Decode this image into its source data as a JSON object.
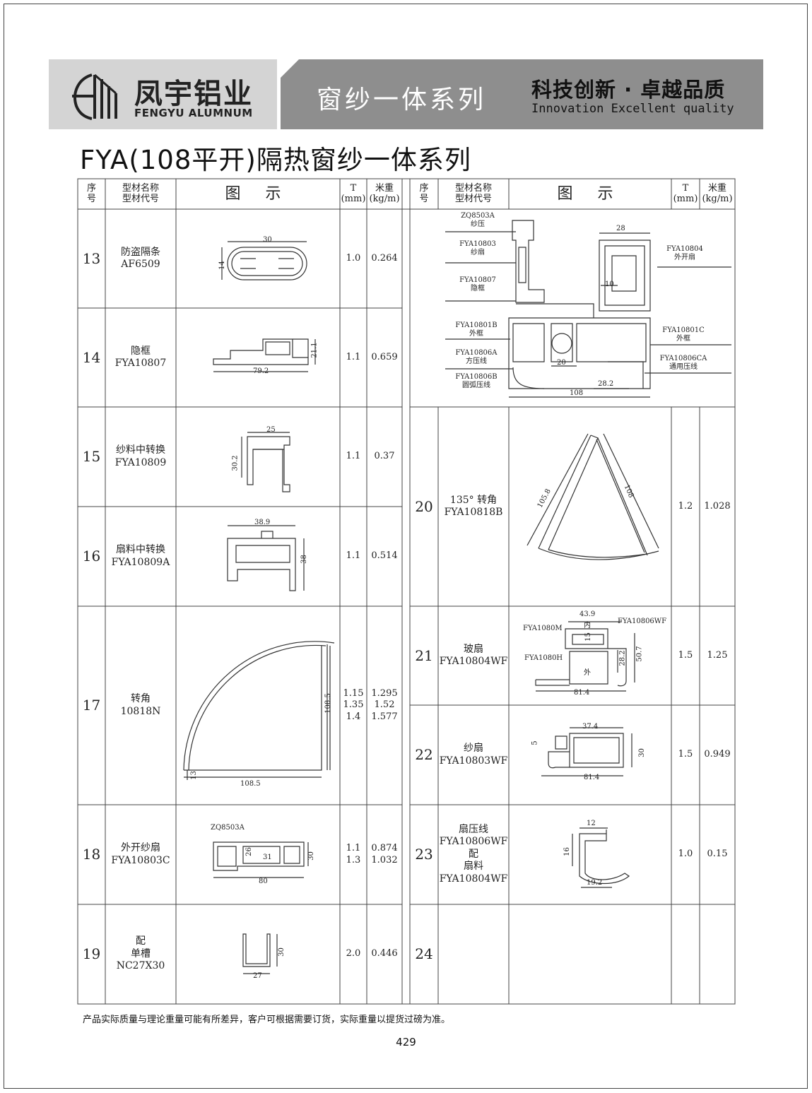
{
  "header": {
    "brand_cn": "凤宇铝业",
    "brand_en": "FENGYU ALUMNUM",
    "series": "窗纱一体系列",
    "slogan_cn": "科技创新 · 卓越品质",
    "slogan_en": "Innovation Excellent quality"
  },
  "title": "FYA(108平开)隔热窗纱一体系列",
  "columns": {
    "seq": "序号",
    "name": "型材名称 型材代号",
    "name_l1": "型材名称",
    "name_l2": "型材代号",
    "seq_l1": "序",
    "seq_l2": "号",
    "figure": "图 示",
    "t_l1": "T",
    "t_l2": "(mm)",
    "w_l1": "米重",
    "w_l2": "(kg/m)"
  },
  "rows_left": [
    {
      "no": "13",
      "name": "防盗隔条",
      "code": "AF6509",
      "t": "1.0",
      "w": "0.264",
      "dims": [
        "30",
        "14"
      ]
    },
    {
      "no": "14",
      "name": "隐框",
      "code": "FYA10807",
      "t": "1.1",
      "w": "0.659",
      "dims": [
        "79.2",
        "21.1"
      ]
    },
    {
      "no": "15",
      "name": "纱料中转换",
      "code": "FYA10809",
      "t": "1.1",
      "w": "0.37",
      "dims": [
        "25",
        "30.2"
      ]
    },
    {
      "no": "16",
      "name": "扇料中转换",
      "code": "FYA10809A",
      "t": "1.1",
      "w": "0.514",
      "dims": [
        "38.9",
        "38"
      ]
    },
    {
      "no": "17",
      "name": "转角",
      "code": "10818N",
      "t": [
        "1.15",
        "1.35",
        "1.4"
      ],
      "w": [
        "1.295",
        "1.52",
        "1.577"
      ],
      "dims": [
        "108.5",
        "108.5",
        "13"
      ]
    },
    {
      "no": "18",
      "name": "外开纱扇",
      "code": "FYA10803C",
      "t": [
        "1.1",
        "1.3"
      ],
      "w": [
        "0.874",
        "1.032"
      ],
      "dims": [
        "ZQ8503A",
        "26",
        "31",
        "30",
        "80"
      ]
    },
    {
      "no": "19",
      "name_l1": "配",
      "name": "单槽",
      "code": "NC27X30",
      "t": "2.0",
      "w": "0.446",
      "dims": [
        "30",
        "27"
      ]
    }
  ],
  "assembly": {
    "labels": [
      {
        "l1": "ZQ8503A",
        "l2": "纱压"
      },
      {
        "l1": "FYA10803",
        "l2": "纱扇"
      },
      {
        "l1": "FYA10807",
        "l2": "隐框"
      },
      {
        "l1": "FYA10801B",
        "l2": "外框"
      },
      {
        "l1": "FYA10806A",
        "l2": "方压线"
      },
      {
        "l1": "FYA10806B",
        "l2": "圆弧压线"
      },
      {
        "l1": "FYA10804",
        "l2": "外开扇"
      },
      {
        "l1": "FYA10801C",
        "l2": "外框"
      },
      {
        "l1": "FYA10806CA",
        "l2": "通用压线"
      }
    ],
    "dims": [
      "28",
      "10",
      "20",
      "28.2",
      "108"
    ]
  },
  "rows_right": [
    {
      "no": "20",
      "name": "135° 转角",
      "code": "FYA10818B",
      "t": "1.2",
      "w": "1.028",
      "dims": [
        "105.8",
        "108"
      ]
    },
    {
      "no": "21",
      "name": "玻扇",
      "code": "FYA10804WF",
      "t": "1.5",
      "w": "1.25",
      "dims": [
        "43.9",
        "内",
        "外",
        "15",
        "28.2",
        "50.7",
        "81.4",
        "FYA1080M",
        "FYA10806WF",
        "FYA1080H"
      ]
    },
    {
      "no": "22",
      "name": "纱扇",
      "code": "FYA10803WF",
      "t": "1.5",
      "w": "0.949",
      "dims": [
        "37.4",
        "5",
        "30",
        "81.4"
      ]
    },
    {
      "no": "23",
      "name": "扇压线",
      "code": "FYA10806WF",
      "name_l3": "配",
      "name_l4": "扇料",
      "code2": "FYA10804WF",
      "t": "1.0",
      "w": "0.15",
      "dims": [
        "12",
        "16",
        "19.2"
      ]
    },
    {
      "no": "24"
    }
  ],
  "footer": {
    "note": "产品实际质量与理论重量可能有所差异，客户可根据需要订货，实际重量以提货过磅为准。",
    "page": "429"
  }
}
